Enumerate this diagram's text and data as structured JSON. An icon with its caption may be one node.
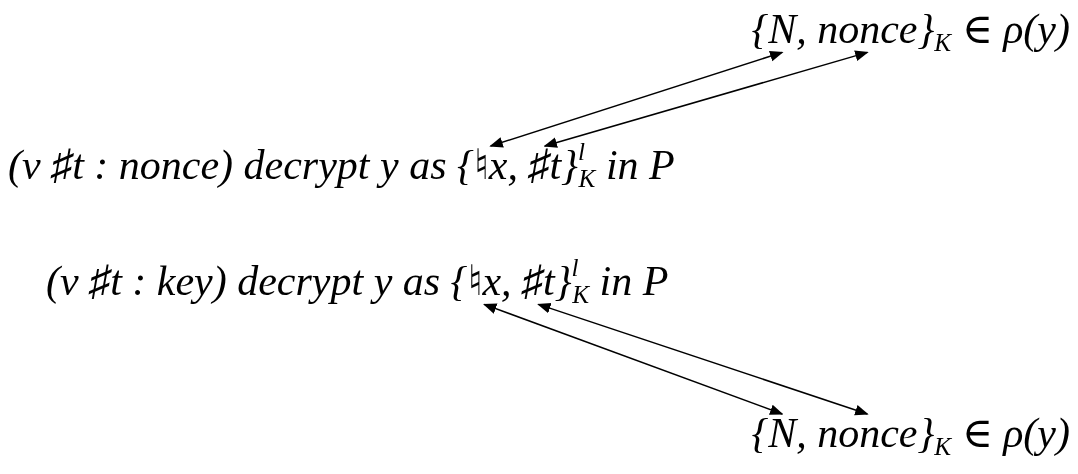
{
  "diagram": {
    "nodes": [
      {
        "text": [
          "N"
        ]
      },
      {
        "text": [
          "nonce"
        ]
      },
      {
        "text": [
          "♮x"
        ]
      },
      {
        "text": [
          "♯t"
        ]
      },
      {
        "text": [
          "♮x"
        ]
      },
      {
        "text": [
          "♯t"
        ]
      },
      {
        "text": [
          "N"
        ]
      },
      {
        "text": [
          "nonce"
        ]
      }
    ],
    "edges": [
      {
        "from": 0,
        "to": 2,
        "arrow": "both"
      },
      {
        "from": 1,
        "to": 3,
        "arrow": "both"
      },
      {
        "from": 4,
        "to": 6,
        "arrow": "both"
      },
      {
        "from": 5,
        "to": 7,
        "arrow": "both"
      }
    ],
    "labels": [
      "{",
      ",",
      "}$_{K}$ ∈ ρ(y)",
      "(ν ♯t : nonce) decrypt y as {",
      ",",
      "}$^{l}$$_{K}$ in P",
      "(ν ♯t : key) decrypt y as {",
      ",",
      "}$^{l}$$_{K}$ in P",
      "{",
      ",",
      "}$_{K}$ ∈ ρ(y)"
    ]
  }
}
